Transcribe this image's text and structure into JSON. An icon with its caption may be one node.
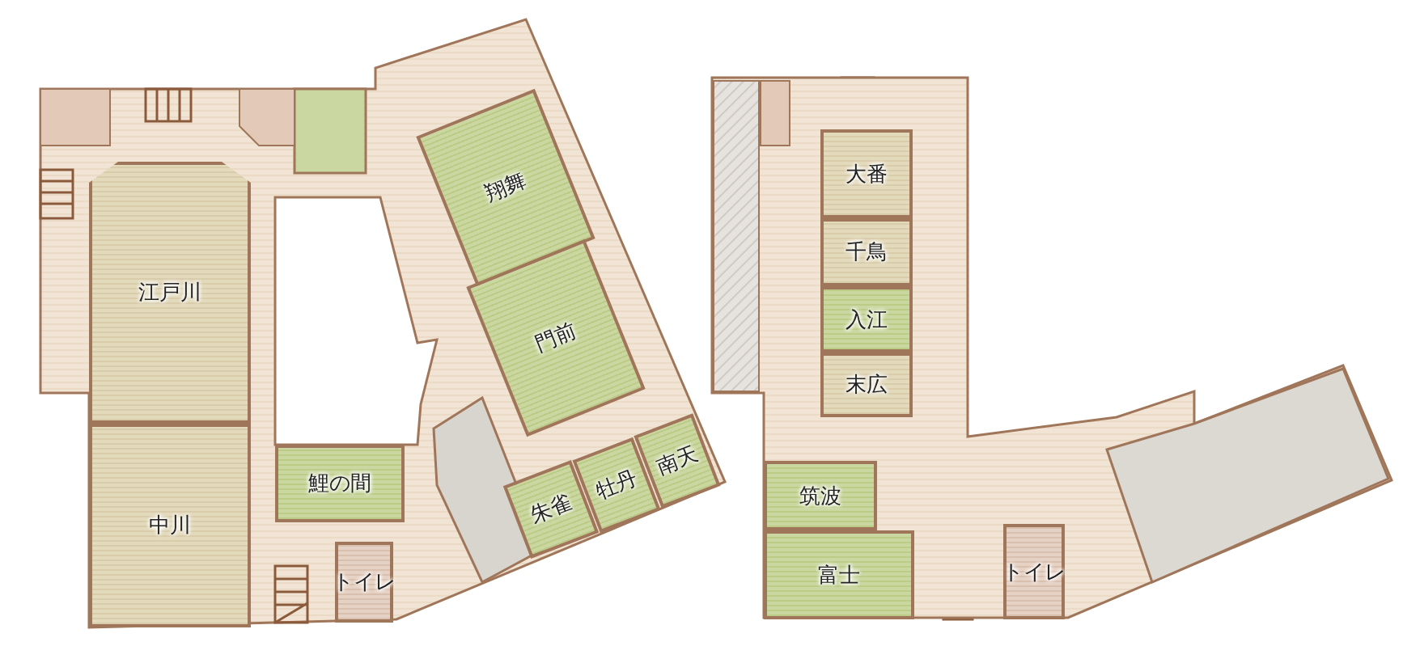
{
  "diagram": {
    "nodes": [
      {
        "text": [
          "江戸川"
        ]
      },
      {
        "text": [
          "中川"
        ]
      },
      {
        "text": [
          "鯉の間"
        ]
      },
      {
        "text": [
          "トイレ"
        ]
      },
      {
        "text": [
          "翔舞"
        ]
      },
      {
        "text": [
          "門前"
        ]
      },
      {
        "text": [
          "朱雀"
        ]
      },
      {
        "text": [
          "牡丹"
        ]
      },
      {
        "text": [
          "南天"
        ]
      },
      {
        "text": [
          "大番"
        ]
      },
      {
        "text": [
          "千鳥"
        ]
      },
      {
        "text": [
          "入江"
        ]
      },
      {
        "text": [
          "末広"
        ]
      },
      {
        "text": [
          "筑波"
        ]
      },
      {
        "text": [
          "富士"
        ]
      },
      {
        "text": [
          "トイレ"
        ]
      }
    ]
  }
}
